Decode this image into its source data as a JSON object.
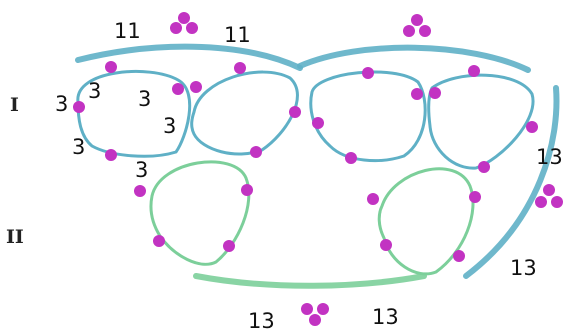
{
  "colors": {
    "blue": "#5fb0c6",
    "blue_light": "#8fcad8",
    "green": "#7ccf9a",
    "dot": "#c233c2",
    "text": "#111111"
  },
  "labels": {
    "top_left_11": "11",
    "top_right_11": "11",
    "left_3_a": "3",
    "left_3_b": "3",
    "left_3_c": "3",
    "left_3_d": "3",
    "left_3_e": "3",
    "left_3_f": "3",
    "right_13_a": "13",
    "right_13_b": "13",
    "bottom_13_left": "13",
    "bottom_13_right": "13",
    "roman_one": "I",
    "roman_two": "II"
  }
}
